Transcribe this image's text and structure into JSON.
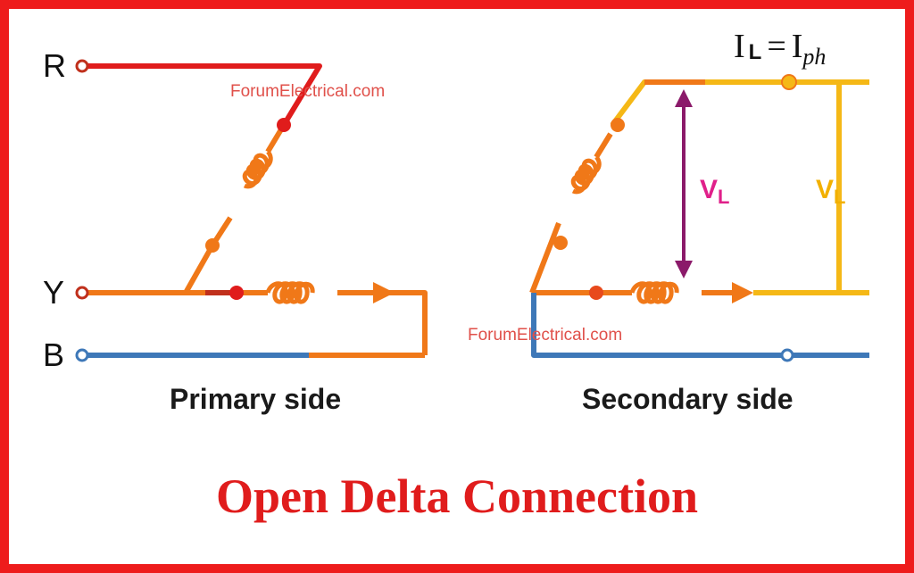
{
  "title": "Open Delta Connection",
  "watermark": "ForumElectrical.com",
  "primary": {
    "label": "Primary side",
    "terminals": {
      "r": "R",
      "y": "Y",
      "b": "B"
    }
  },
  "secondary": {
    "label": "Secondary side",
    "equation": {
      "lhs": "I",
      "lhs_sub": "L",
      "eq": "=",
      "rhs": "I",
      "rhs_sub": "ph"
    },
    "voltage_label": {
      "main": "V",
      "sub": "L"
    }
  },
  "colors": {
    "frame": "#ee1c1c",
    "red_line": "#e01c1c",
    "orange_line": "#f07818",
    "yellow_line": "#f5b816",
    "blue_line": "#3e78b8",
    "arrow_purple": "#8b1a6a",
    "vl_magenta": "#e0208a",
    "vl_yellow": "#f2b000"
  }
}
